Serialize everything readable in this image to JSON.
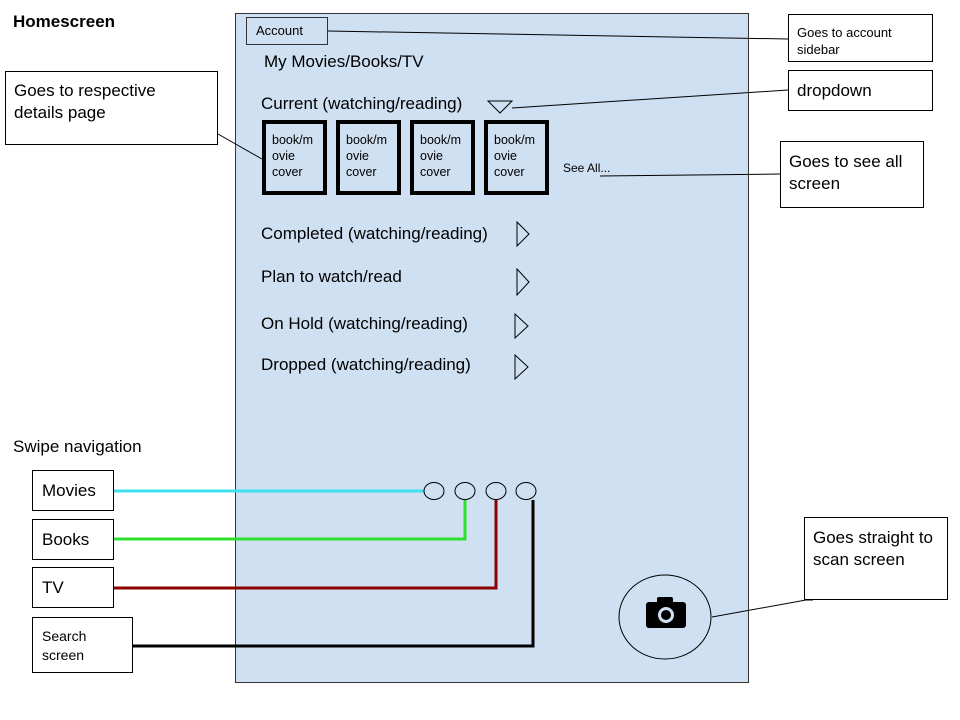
{
  "page_title": "Homescreen",
  "phone": {
    "account_label": "Account",
    "heading": "My Movies/Books/TV",
    "current_label": "Current (watching/reading)",
    "covers": [
      "book/m\novie\ncover",
      "book/m\novie\ncover",
      "book/m\novie\ncover",
      "book/m\novie\ncover"
    ],
    "see_all": "See All...",
    "sections": [
      "Completed (watching/reading)",
      "Plan to watch/read",
      "On Hold (watching/reading)",
      "Dropped (watching/reading)"
    ],
    "icons": {
      "dropdown": "triangle-down-icon",
      "expand": "triangle-right-icon",
      "camera": "camera-icon",
      "page_dot": "circle-icon"
    }
  },
  "annotations": {
    "account_sidebar": "Goes to account sidebar",
    "details_page": "Goes to respective details page",
    "dropdown": "dropdown",
    "see_all_screen": "Goes to see all screen",
    "scan_screen": "Goes straight to scan screen"
  },
  "swipe_nav": {
    "label": "Swipe navigation",
    "items": [
      "Movies",
      "Books",
      "TV",
      "Search screen"
    ],
    "colors": [
      "#3de0ee",
      "#2ee02e",
      "#8b0000",
      "#000000"
    ]
  }
}
